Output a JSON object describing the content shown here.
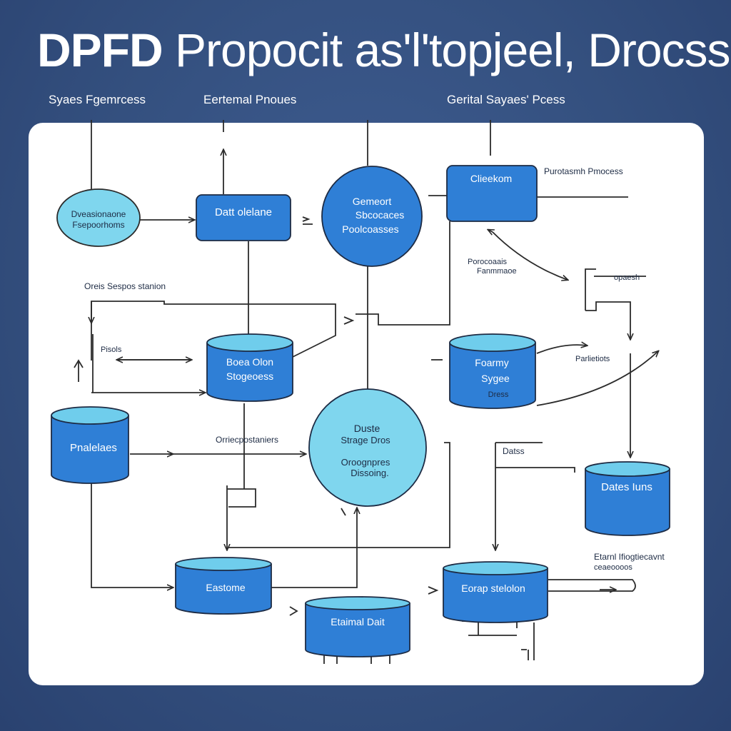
{
  "title": {
    "bold": "DPFD",
    "rest": "Propocit as'l'topjeel, Drocss"
  },
  "top_labels": [
    "Syaes Fgemrcess",
    "Eertemal Pnoues",
    "Gerital Sayaes' Pcess"
  ],
  "nodes": {
    "ellipse_left": [
      "Dveasionaone",
      "Fsepoorhoms"
    ],
    "box_top": [
      "Datt olelane"
    ],
    "circle_top": [
      "Gemeort",
      "Sbcocaces",
      "Poolcoasses"
    ],
    "box_top_right": [
      "Clieekom"
    ],
    "cyl_mid_left": [
      "Boea Olon",
      "Stogeoess"
    ],
    "cyl_left": [
      "Pnalelaes"
    ],
    "circle_mid": [
      "Duste",
      "Strage Dros",
      "Oroognpres",
      "Dissoing."
    ],
    "cyl_mid_right": [
      "Foarmy",
      "Sygee",
      "Dress"
    ],
    "cyl_right": [
      "Dates Iuns"
    ],
    "cyl_bottom_left": [
      "Eastome"
    ],
    "cyl_bottom_mid": [
      "Etaimal Dait"
    ],
    "cyl_bottom_right": [
      "Eorap stelolon"
    ]
  },
  "labels": {
    "purotasmh": "Purotasmh Pmocess",
    "ocelss": "Oreis Sespos stanion",
    "poroconais": [
      "Porocoaais",
      "Fanmmaoe"
    ],
    "opaesh": "opaesh",
    "pisols": "Pisols",
    "parlietiots": "Parlietiots",
    "oriecpostians": "Orriecpostaniers",
    "datss": "Datss",
    "etarmal": [
      "Etarnl Ifiogtiecavnt",
      "ceaeoooos"
    ]
  },
  "colors": {
    "background": "#34507f",
    "panel": "#ffffff",
    "node_fill": "#2f7fd6",
    "node_top": "#6fcdec",
    "light_fill": "#7fd6ee",
    "line": "#2b2b2b"
  }
}
